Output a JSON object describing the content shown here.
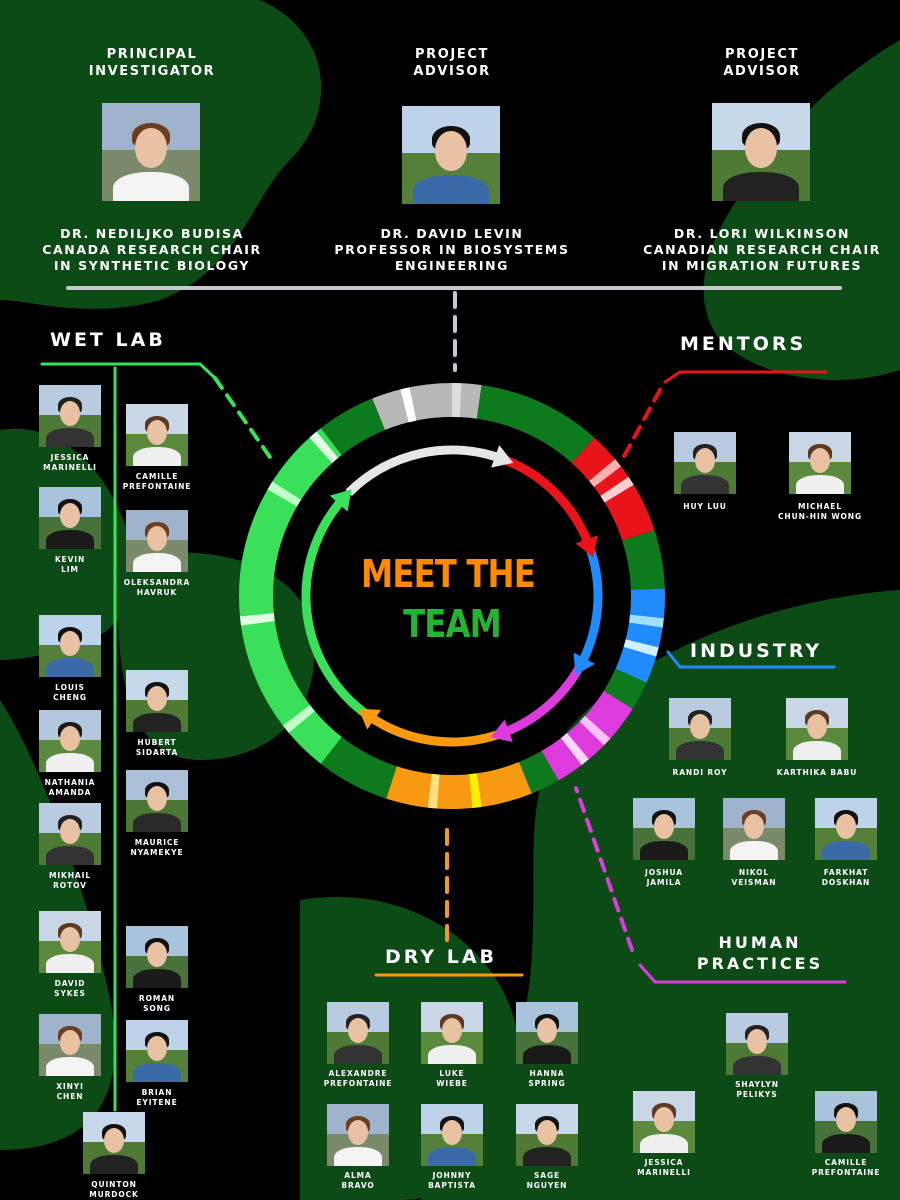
{
  "leads": [
    {
      "role": "PRINCIPAL\nINVESTIGATOR",
      "name": "DR. NEDILJKO BUDISA\nCANADA RESEARCH CHAIR\nIN SYNTHETIC BIOLOGY"
    },
    {
      "role": "PROJECT\nADVISOR",
      "name": "DR. DAVID LEVIN\nPROFESSOR IN BIOSYSTEMS\nENGINEERING"
    },
    {
      "role": "PROJECT\nADVISOR",
      "name": "DR. LORI WILKINSON\nCANADIAN RESEARCH CHAIR\nIN MIGRATION FUTURES"
    }
  ],
  "title": {
    "line1": "MEET THE",
    "line2": "TEAM"
  },
  "sections": {
    "wet_lab": "WET LAB",
    "mentors": "MENTORS",
    "industry": "INDUSTRY",
    "dry_lab": "DRY LAB",
    "human_practices": "HUMAN\nPRACTICES"
  },
  "wet_lab": [
    "JESSICA\nMARINELLI",
    "CAMILLE\nPREFONTAINE",
    "KEVIN\nLIM",
    "OLEKSANDRA\nHAVRUK",
    "LOUIS\nCHENG",
    "HUBERT\nSIDARTA",
    "NATHANIA\nAMANDA",
    "MAURICE\nNYAMEKYE",
    "MIKHAIL\nROTOV",
    "DAVID\nSYKES",
    "ROMAN\nSONG",
    "XINYI\nCHEN",
    "BRIAN\nEYITENE",
    "QUINTON\nMURDOCK"
  ],
  "mentors": [
    "HUY LUU",
    "MICHAEL\nCHUN-HIN WONG"
  ],
  "industry": [
    "RANDI ROY",
    "KARTHIKA BABU",
    "JOSHUA\nJAMILA",
    "NIKOL\nVEISMAN",
    "FARKHAT\nDOSKHAN"
  ],
  "dry_lab": [
    "ALEXANDRE\nPREFONTAINE",
    "LUKE\nWIEBE",
    "HANNA\nSPRING",
    "ALMA\nBRAVO",
    "JOHNNY\nBAPTISTA",
    "SAGE\nNGUYEN"
  ],
  "human_practices": [
    "SHAYLYN\nPELIKYS",
    "JESSICA\nMARINELLI",
    "CAMILLE\nPREFONTAINE"
  ],
  "colors": {
    "background": "#000000",
    "blob": "#0c4a16",
    "wet_lab": "#3be05a",
    "mentors": "#e8141a",
    "industry": "#1f8bff",
    "dry_lab": "#f79a12",
    "human_practices": "#dd3bde",
    "advisors": "#c8c8d0",
    "ring_green": "#0d7a1e",
    "title_orange": "#ff8a00",
    "title_green": "#22b533"
  },
  "icons": [
    "person-photo"
  ]
}
